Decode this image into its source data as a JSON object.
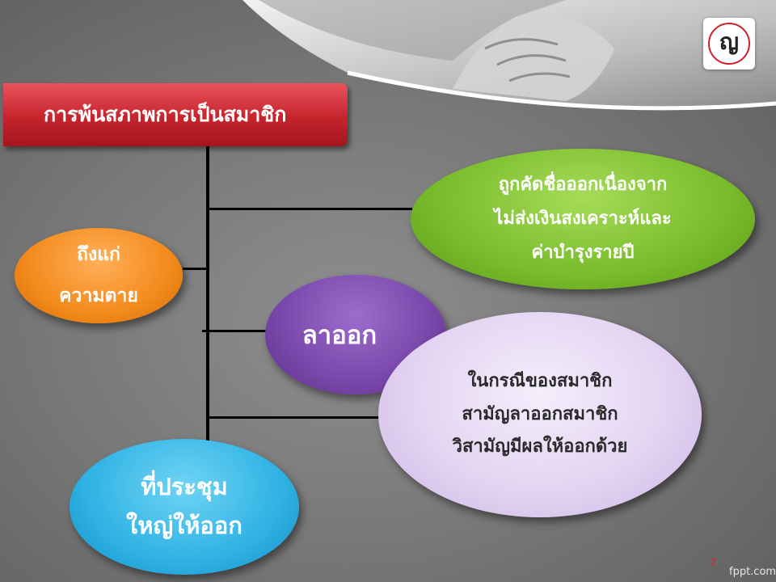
{
  "title": "การพ้นสภาพการเป็นสมาชิก",
  "logo": {
    "text": "ญ",
    "ring_color": "#d0202a"
  },
  "nodes": {
    "expelled": {
      "lines": [
        "ถูกคัดชื่อออกเนื่องจาก",
        "ไม่ส่งเงินสงเคราะห์และ",
        "ค่าบำรุงรายปี"
      ],
      "color": "#78bb2b"
    },
    "death": {
      "lines": [
        "ถึงแก่",
        "ความตาย"
      ],
      "color": "#f38a1c"
    },
    "resign": {
      "lines": [
        "ลาออก"
      ],
      "color": "#7847a9"
    },
    "resign_note": {
      "lines": [
        "ในกรณีของสมาชิก",
        "สามัญลาออกสมาชิก",
        "วิสามัญมีผลให้ออกด้วย"
      ],
      "color": "#e4d4f2"
    },
    "meeting": {
      "lines": [
        "ที่ประชุม",
        "ใหญ่ให้ออก"
      ],
      "color": "#2fb2e4"
    }
  },
  "accent_colors": {
    "title_box": "#c6242d",
    "connector": "#000000"
  },
  "footer": {
    "page_number": "7",
    "brand": "fppt.com"
  }
}
